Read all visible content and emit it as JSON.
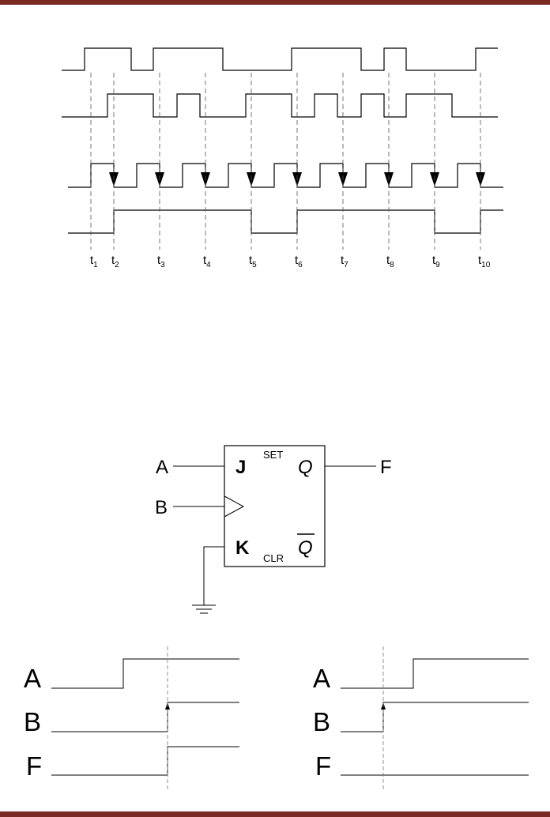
{
  "frame_color": "#7a2a22",
  "timing_top": {
    "time_labels": [
      {
        "base": "t",
        "sub": "1"
      },
      {
        "base": "t",
        "sub": "2"
      },
      {
        "base": "t",
        "sub": "3"
      },
      {
        "base": "t",
        "sub": "4"
      },
      {
        "base": "t",
        "sub": "5"
      },
      {
        "base": "t",
        "sub": "6"
      },
      {
        "base": "t",
        "sub": "7"
      },
      {
        "base": "t",
        "sub": "8"
      },
      {
        "base": "t",
        "sub": "9"
      },
      {
        "base": "t",
        "sub": "10"
      }
    ]
  },
  "flipflop": {
    "input_a": "A",
    "input_b": "B",
    "output_f": "F",
    "pin_j": "J",
    "pin_k": "K",
    "pin_q": "Q",
    "pin_qbar": "Q",
    "set_label": "SET",
    "clr_label": "CLR"
  },
  "timing_left": {
    "label_a": "A",
    "label_b": "B",
    "label_f": "F"
  },
  "timing_right": {
    "label_a": "A",
    "label_b": "B",
    "label_f": "F"
  }
}
